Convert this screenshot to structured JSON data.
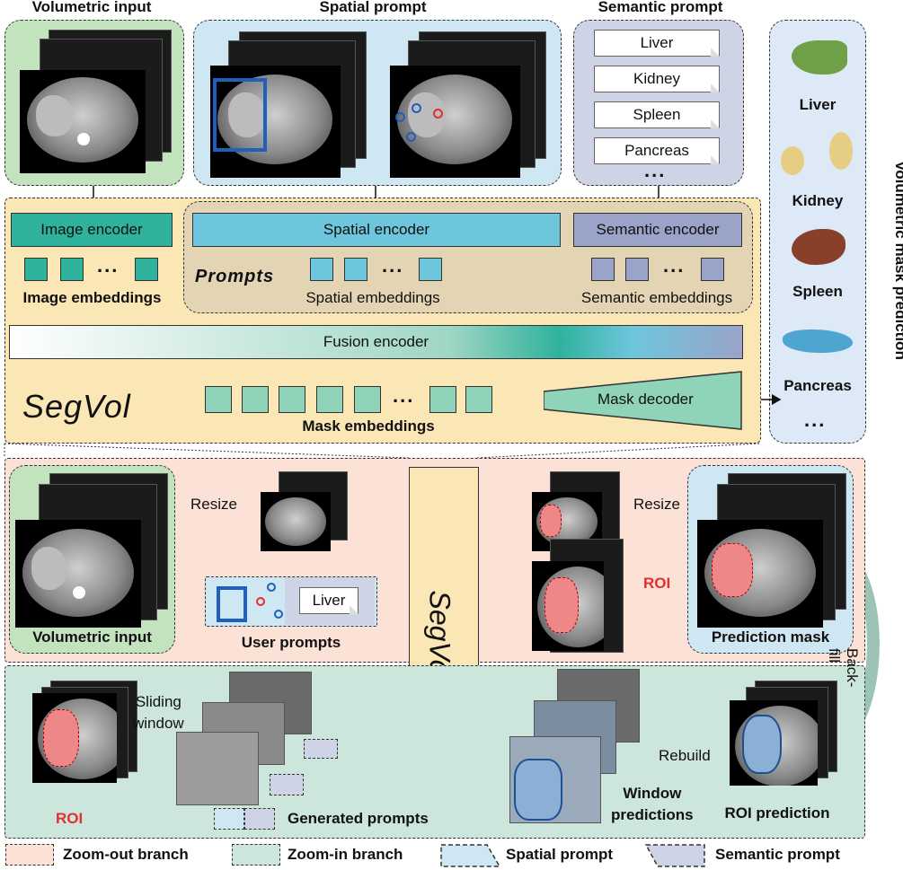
{
  "titles": {
    "volumetric_input": "Volumetric input",
    "spatial_prompt": "Spatial prompt",
    "semantic_prompt": "Semantic prompt"
  },
  "semantic_terms": [
    "Liver",
    "Kidney",
    "Spleen",
    "Pancreas"
  ],
  "ellipsis": "...",
  "encoders": {
    "image": "Image encoder",
    "spatial": "Spatial encoder",
    "semantic": "Semantic encoder",
    "fusion": "Fusion encoder",
    "mask_decoder": "Mask decoder"
  },
  "embeddings": {
    "image": "Image embeddings",
    "spatial": "Spatial embeddings",
    "semantic": "Semantic embeddings",
    "mask": "Mask embeddings"
  },
  "prompts_label": "Prompts",
  "segvol_label": "SegVol",
  "right_panel": {
    "title": "Volumetric mask prediction",
    "organs": [
      "Liver",
      "Kidney",
      "Spleen",
      "Pancreas"
    ]
  },
  "zoom_out": {
    "volumetric_input": "Volumetric input",
    "resize1": "Resize",
    "resize2": "Resize",
    "roi": "ROI",
    "user_prompts": "User prompts",
    "liver_prompt": "Liver",
    "prediction_mask": "Prediction mask",
    "segvol": "SegVol"
  },
  "zoom_in": {
    "roi": "ROI",
    "sliding_window": "Sliding\nwindow",
    "generated_prompts": "Generated prompts",
    "window_predictions": "Window\npredictions",
    "rebuild": "Rebuild",
    "roi_prediction": "ROI prediction",
    "back_fill": "Back-fill"
  },
  "legend": [
    "Zoom-out branch",
    "Zoom-in branch",
    "Spatial prompt",
    "Semantic prompt"
  ],
  "colors": {
    "green_panel": "#c3e3bf",
    "blue_panel": "#cfe7f2",
    "lavender_panel": "#cfd3e6",
    "yellow": "#fbe7b5",
    "tan": "#e3d4b4",
    "teal": "#2fb29c",
    "sky": "#6ec6dc",
    "purple": "#9aa3c8",
    "pink": "#fbe1d6",
    "zoomin": "#cce6dc",
    "roi_red": "#e03030",
    "box_blue": "#1f5fbf"
  }
}
